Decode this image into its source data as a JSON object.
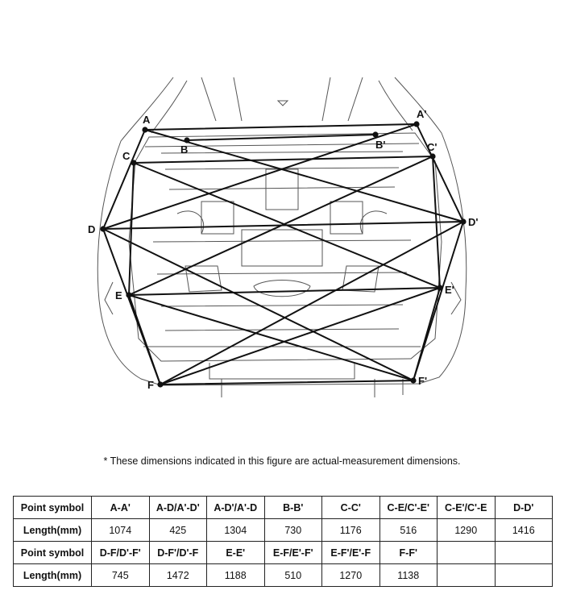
{
  "points": [
    {
      "label": "A",
      "name": "point-a"
    },
    {
      "label": "A'",
      "name": "point-a-prime"
    },
    {
      "label": "B",
      "name": "point-b"
    },
    {
      "label": "B'",
      "name": "point-b-prime"
    },
    {
      "label": "C",
      "name": "point-c"
    },
    {
      "label": "C'",
      "name": "point-c-prime"
    },
    {
      "label": "D",
      "name": "point-d"
    },
    {
      "label": "D'",
      "name": "point-d-prime"
    },
    {
      "label": "E",
      "name": "point-e"
    },
    {
      "label": "E'",
      "name": "point-e-prime"
    },
    {
      "label": "F",
      "name": "point-f"
    },
    {
      "label": "F'",
      "name": "point-f-prime"
    }
  ],
  "note": "*  These dimensions indicated in this figure are actual-measurement dimensions.",
  "table": {
    "row_header_symbol": "Point symbol",
    "row_header_length": "Length(mm)",
    "group1": [
      {
        "symbol": "A-A'",
        "length": "1074"
      },
      {
        "symbol": "A-D/A'-D'",
        "length": "425"
      },
      {
        "symbol": "A-D'/A'-D",
        "length": "1304"
      },
      {
        "symbol": "B-B'",
        "length": "730"
      },
      {
        "symbol": "C-C'",
        "length": "1176"
      },
      {
        "symbol": "C-E/C'-E'",
        "length": "516"
      },
      {
        "symbol": "C-E'/C'-E",
        "length": "1290"
      },
      {
        "symbol": "D-D'",
        "length": "1416"
      }
    ],
    "group2": [
      {
        "symbol": "D-F/D'-F'",
        "length": "745"
      },
      {
        "symbol": "D-F'/D'-F",
        "length": "1472"
      },
      {
        "symbol": "E-E'",
        "length": "1188"
      },
      {
        "symbol": "E-F/E'-F'",
        "length": "510"
      },
      {
        "symbol": "E-F'/E'-F",
        "length": "1270"
      },
      {
        "symbol": "F-F'",
        "length": "1138"
      },
      {
        "symbol": "",
        "length": ""
      },
      {
        "symbol": "",
        "length": ""
      }
    ]
  }
}
